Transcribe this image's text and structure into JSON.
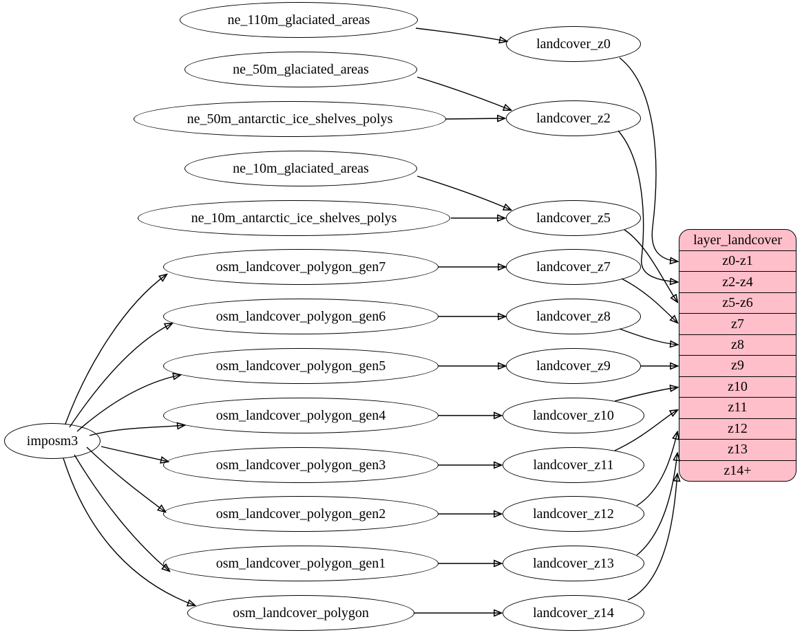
{
  "diagram": {
    "type": "etl-flow-graph",
    "colors": {
      "record_fill": "#ffbfca",
      "node_fill": "#ffffff",
      "stroke": "#000000"
    },
    "root": {
      "label": "imposm3"
    },
    "sources": [
      {
        "label": "ne_110m_glaciated_areas"
      },
      {
        "label": "ne_50m_glaciated_areas"
      },
      {
        "label": "ne_50m_antarctic_ice_shelves_polys"
      },
      {
        "label": "ne_10m_glaciated_areas"
      },
      {
        "label": "ne_10m_antarctic_ice_shelves_polys"
      },
      {
        "label": "osm_landcover_polygon_gen7"
      },
      {
        "label": "osm_landcover_polygon_gen6"
      },
      {
        "label": "osm_landcover_polygon_gen5"
      },
      {
        "label": "osm_landcover_polygon_gen4"
      },
      {
        "label": "osm_landcover_polygon_gen3"
      },
      {
        "label": "osm_landcover_polygon_gen2"
      },
      {
        "label": "osm_landcover_polygon_gen1"
      },
      {
        "label": "osm_landcover_polygon"
      }
    ],
    "transforms": [
      {
        "label": "landcover_z0"
      },
      {
        "label": "landcover_z2"
      },
      {
        "label": "landcover_z5"
      },
      {
        "label": "landcover_z7"
      },
      {
        "label": "landcover_z8"
      },
      {
        "label": "landcover_z9"
      },
      {
        "label": "landcover_z10"
      },
      {
        "label": "landcover_z11"
      },
      {
        "label": "landcover_z12"
      },
      {
        "label": "landcover_z13"
      },
      {
        "label": "landcover_z14"
      }
    ],
    "layer_table": {
      "title": "layer_landcover",
      "rows": [
        "z0-z1",
        "z2-z4",
        "z5-z6",
        "z7",
        "z8",
        "z9",
        "z10",
        "z11",
        "z12",
        "z13",
        "z14+"
      ]
    },
    "edges": [
      {
        "from": "imposm3",
        "to": "osm_landcover_polygon_gen7"
      },
      {
        "from": "imposm3",
        "to": "osm_landcover_polygon_gen6"
      },
      {
        "from": "imposm3",
        "to": "osm_landcover_polygon_gen5"
      },
      {
        "from": "imposm3",
        "to": "osm_landcover_polygon_gen4"
      },
      {
        "from": "imposm3",
        "to": "osm_landcover_polygon_gen3"
      },
      {
        "from": "imposm3",
        "to": "osm_landcover_polygon_gen2"
      },
      {
        "from": "imposm3",
        "to": "osm_landcover_polygon_gen1"
      },
      {
        "from": "imposm3",
        "to": "osm_landcover_polygon"
      },
      {
        "from": "ne_110m_glaciated_areas",
        "to": "landcover_z0"
      },
      {
        "from": "ne_50m_glaciated_areas",
        "to": "landcover_z2"
      },
      {
        "from": "ne_50m_antarctic_ice_shelves_polys",
        "to": "landcover_z2"
      },
      {
        "from": "ne_10m_glaciated_areas",
        "to": "landcover_z5"
      },
      {
        "from": "ne_10m_antarctic_ice_shelves_polys",
        "to": "landcover_z5"
      },
      {
        "from": "osm_landcover_polygon_gen7",
        "to": "landcover_z7"
      },
      {
        "from": "osm_landcover_polygon_gen6",
        "to": "landcover_z8"
      },
      {
        "from": "osm_landcover_polygon_gen5",
        "to": "landcover_z9"
      },
      {
        "from": "osm_landcover_polygon_gen4",
        "to": "landcover_z10"
      },
      {
        "from": "osm_landcover_polygon_gen3",
        "to": "landcover_z11"
      },
      {
        "from": "osm_landcover_polygon_gen2",
        "to": "landcover_z12"
      },
      {
        "from": "osm_landcover_polygon_gen1",
        "to": "landcover_z13"
      },
      {
        "from": "osm_landcover_polygon",
        "to": "landcover_z14"
      },
      {
        "from": "landcover_z0",
        "to": "layer_landcover:z0-z1"
      },
      {
        "from": "landcover_z2",
        "to": "layer_landcover:z2-z4"
      },
      {
        "from": "landcover_z5",
        "to": "layer_landcover:z5-z6"
      },
      {
        "from": "landcover_z7",
        "to": "layer_landcover:z7"
      },
      {
        "from": "landcover_z8",
        "to": "layer_landcover:z8"
      },
      {
        "from": "landcover_z9",
        "to": "layer_landcover:z9"
      },
      {
        "from": "landcover_z10",
        "to": "layer_landcover:z10"
      },
      {
        "from": "landcover_z11",
        "to": "layer_landcover:z11"
      },
      {
        "from": "landcover_z12",
        "to": "layer_landcover:z12"
      },
      {
        "from": "landcover_z13",
        "to": "layer_landcover:z13"
      },
      {
        "from": "landcover_z14",
        "to": "layer_landcover:z14+"
      }
    ]
  }
}
